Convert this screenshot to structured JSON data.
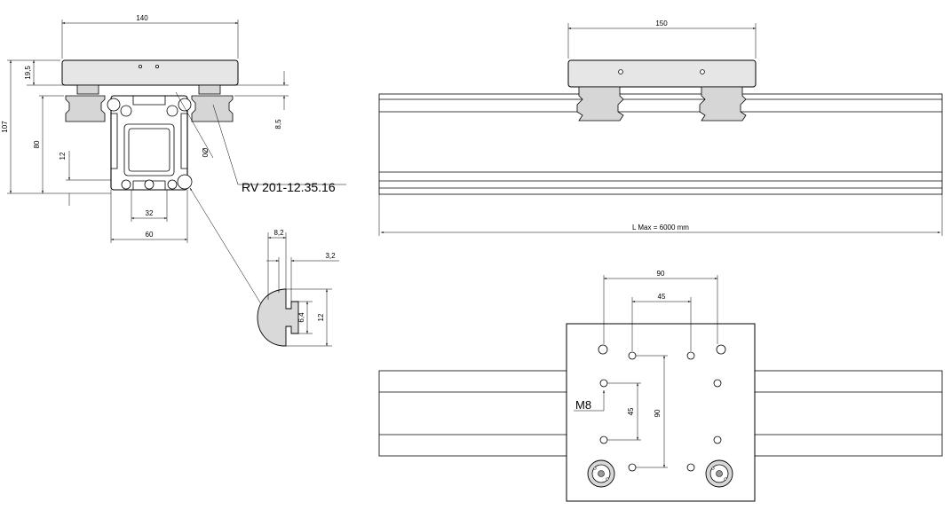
{
  "dimensions": {
    "profile_width_plate": "140",
    "plate_thickness": "19,5",
    "total_height": "107",
    "profile_height": "80",
    "slot_offset": "12",
    "slot_spacing": "32",
    "profile_width": "60",
    "wheel_offset": "8,5",
    "diameter_mark": "0Ø",
    "roller_part": "RV 201-12.35.16",
    "detail_width": "8,2",
    "detail_lip": "3,2",
    "detail_inner": "6,4",
    "detail_height": "12",
    "side_plate_width": "150",
    "length_max": "L Max = 6000 mm",
    "top_hole_spacing_outer": "90",
    "top_hole_spacing_inner": "45",
    "vertical_spacing_inner": "45",
    "vertical_spacing_outer": "90",
    "thread_size": "M8"
  }
}
